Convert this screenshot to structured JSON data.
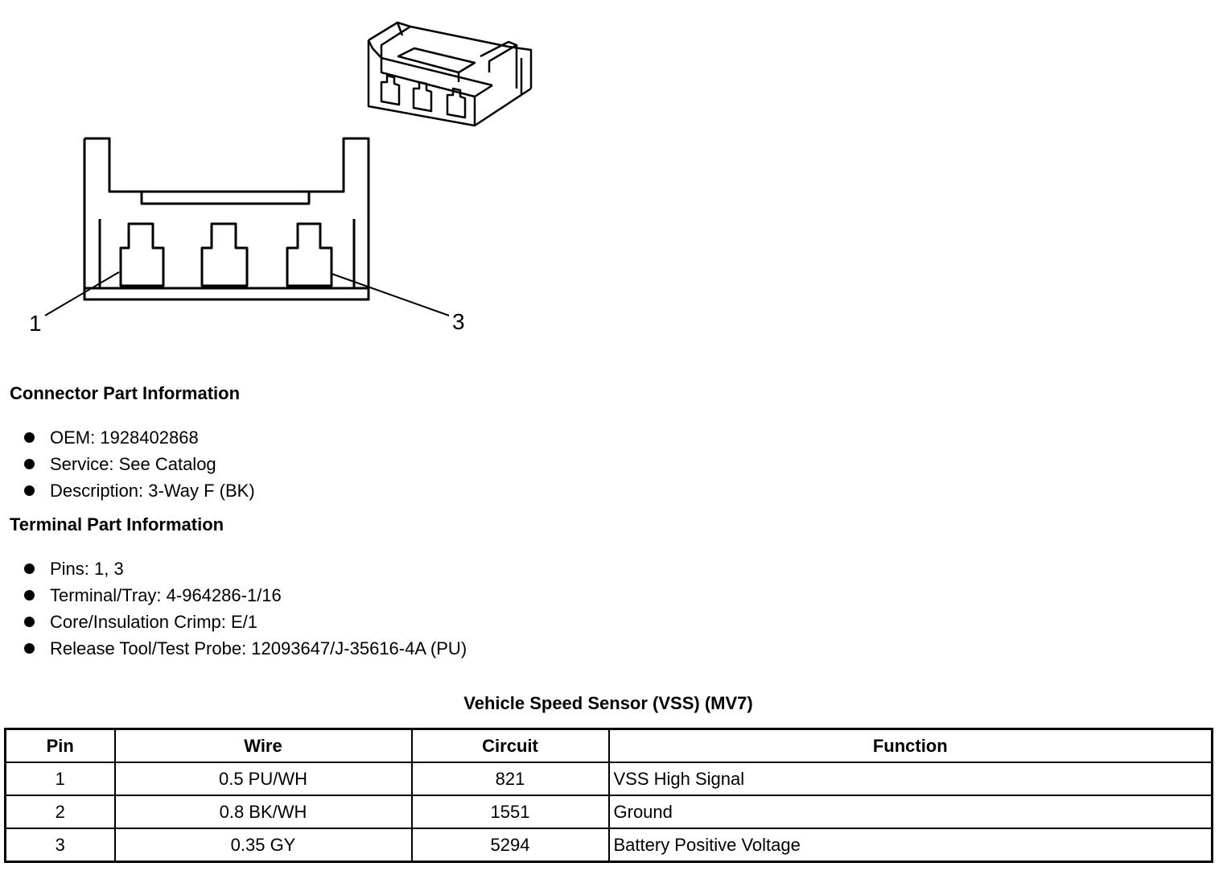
{
  "diagram": {
    "callouts": [
      "1",
      "3"
    ]
  },
  "connector_section": {
    "title": "Connector Part Information",
    "items": [
      "OEM: 1928402868",
      "Service: See Catalog",
      "Description: 3-Way F (BK)"
    ]
  },
  "terminal_section": {
    "title": "Terminal Part Information",
    "items": [
      "Pins: 1, 3",
      "Terminal/Tray: 4-964286-1/16",
      "Core/Insulation Crimp: E/1",
      "Release Tool/Test Probe: 12093647/J-35616-4A (PU)"
    ]
  },
  "table": {
    "title": "Vehicle Speed Sensor (VSS) (MV7)",
    "headers": [
      "Pin",
      "Wire",
      "Circuit",
      "Function"
    ],
    "rows": [
      [
        "1",
        "0.5 PU/WH",
        "821",
        "VSS High Signal"
      ],
      [
        "2",
        "0.8 BK/WH",
        "1551",
        "Ground"
      ],
      [
        "3",
        "0.35 GY",
        "5294",
        "Battery Positive Voltage"
      ]
    ]
  }
}
